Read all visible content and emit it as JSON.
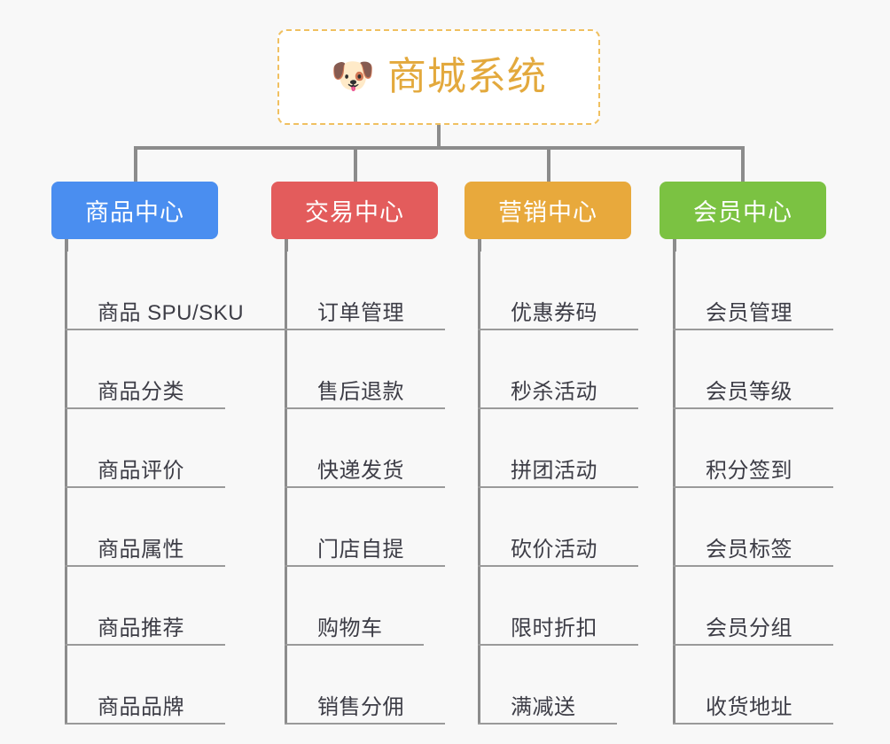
{
  "background_color": "#f8f8f8",
  "root": {
    "icon": "dog-face-emoji",
    "icon_glyph": "🐶",
    "title": "商城系统",
    "title_color": "#e3a93d",
    "border_color": "#f0c060"
  },
  "connector_color": "#8c8c8c",
  "branches": [
    {
      "label": "商品中心",
      "color": "#4a8ef0",
      "items": [
        "商品 SPU/SKU",
        "商品分类",
        "商品评价",
        "商品属性",
        "商品推荐",
        "商品品牌"
      ]
    },
    {
      "label": "交易中心",
      "color": "#e35c5c",
      "items": [
        "订单管理",
        "售后退款",
        "快递发货",
        "门店自提",
        "购物车",
        "销售分佣"
      ]
    },
    {
      "label": "营销中心",
      "color": "#e8a93c",
      "items": [
        "优惠券码",
        "秒杀活动",
        "拼团活动",
        "砍价活动",
        "限时折扣",
        "满减送"
      ]
    },
    {
      "label": "会员中心",
      "color": "#7bc242",
      "items": [
        "会员管理",
        "会员等级",
        "积分签到",
        "会员标签",
        "会员分组",
        "收货地址"
      ]
    }
  ]
}
